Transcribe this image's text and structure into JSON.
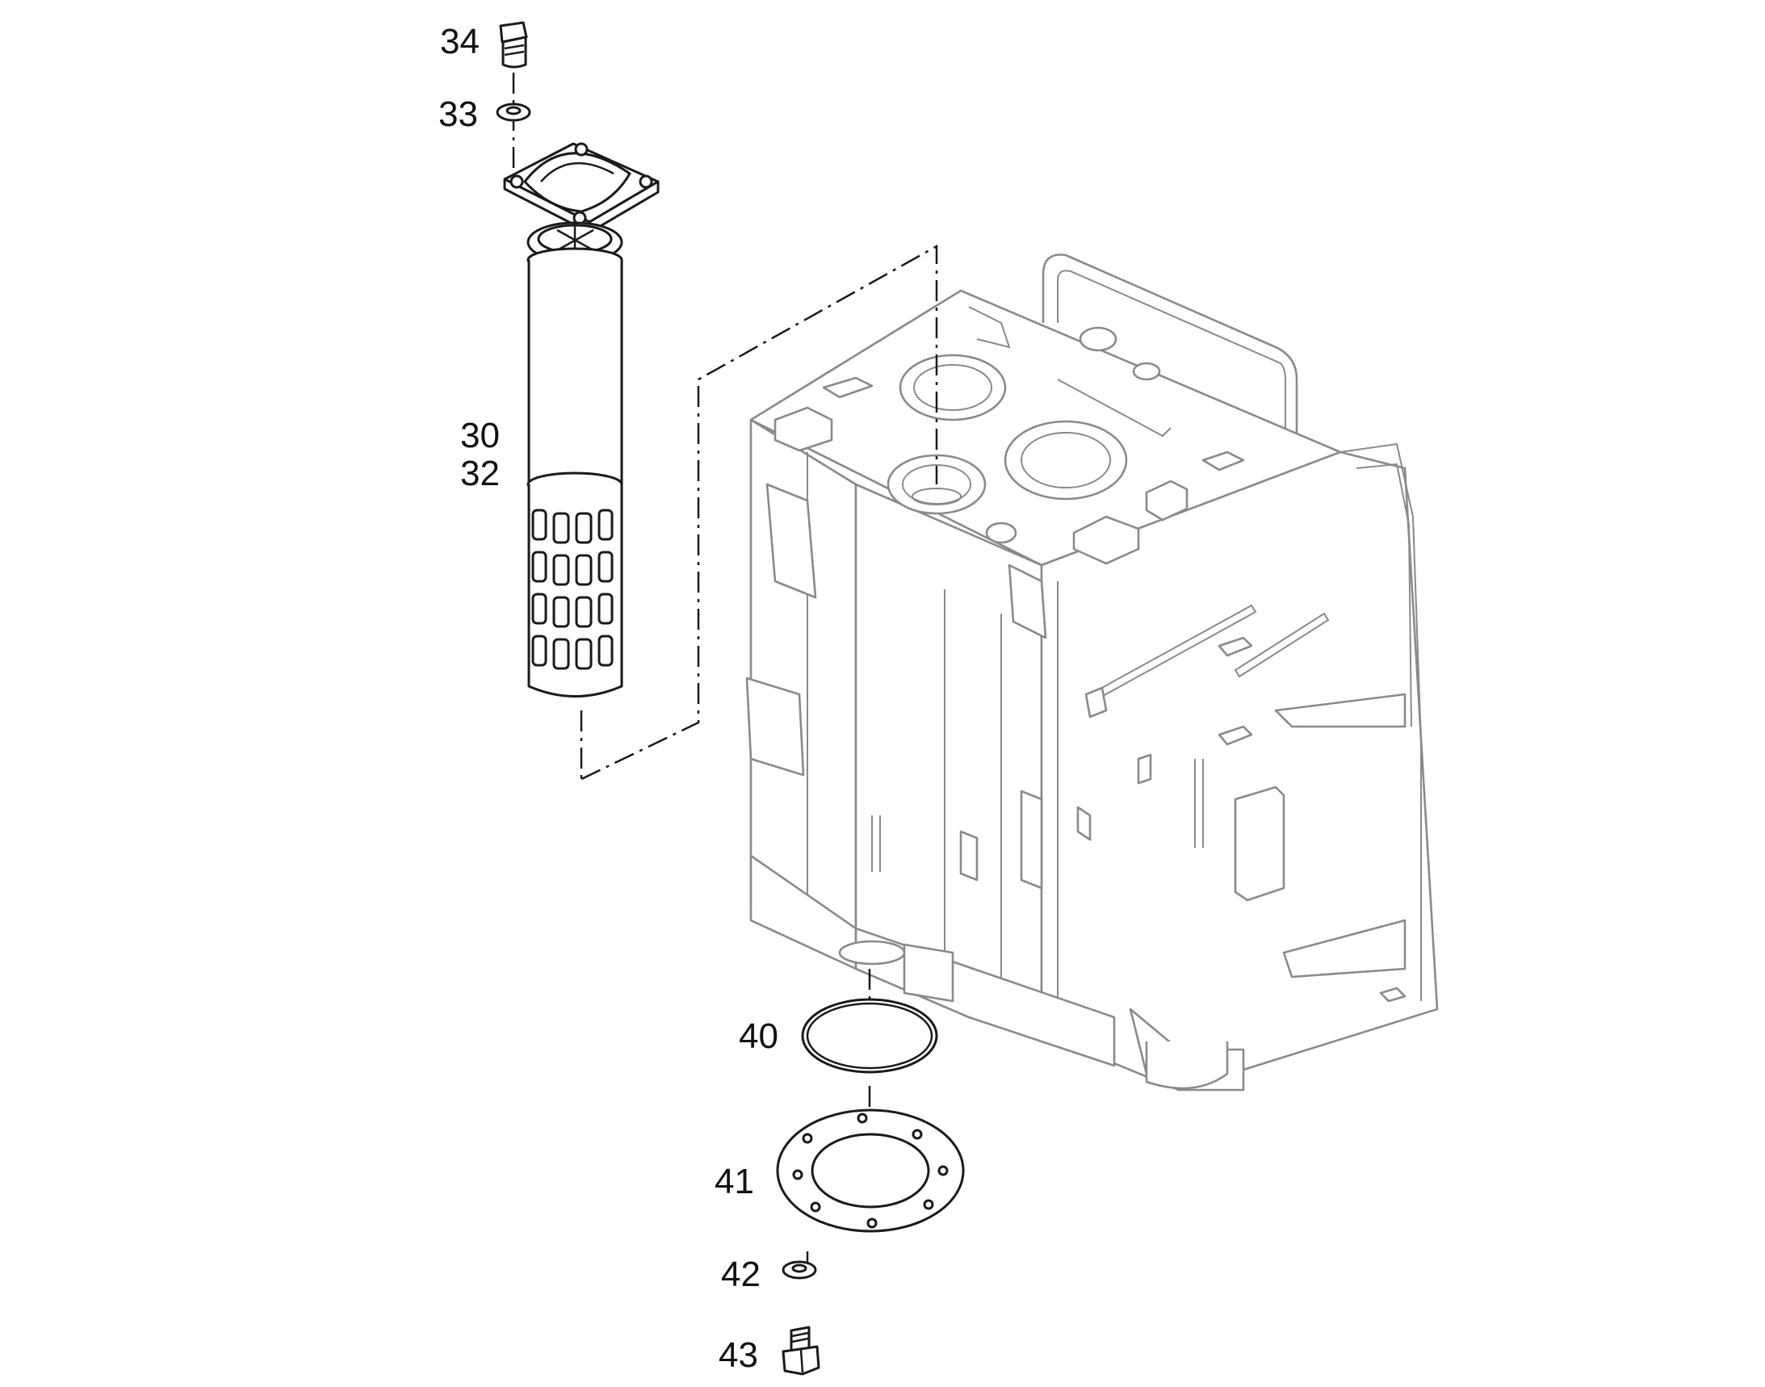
{
  "callouts": [
    {
      "id": "34",
      "label": "34"
    },
    {
      "id": "33",
      "label": "33"
    },
    {
      "id": "30",
      "label": "30"
    },
    {
      "id": "32",
      "label": "32"
    },
    {
      "id": "40",
      "label": "40"
    },
    {
      "id": "41",
      "label": "41"
    },
    {
      "id": "42",
      "label": "42"
    },
    {
      "id": "43",
      "label": "43"
    }
  ],
  "colors": {
    "part_line": "#1a1a1a",
    "tank_line": "#8a8a8a",
    "background": "#ffffff"
  }
}
